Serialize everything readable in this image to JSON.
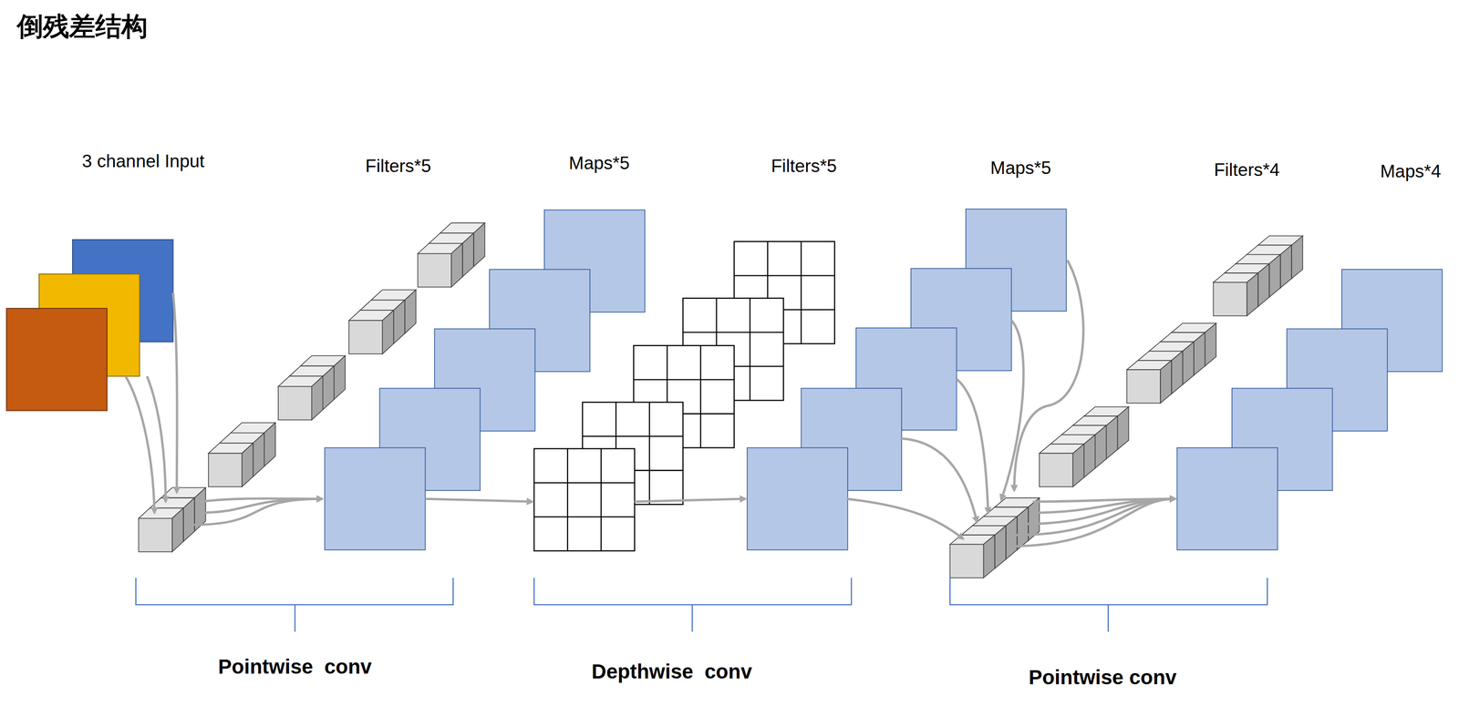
{
  "diagram": {
    "title": "倒残差结构",
    "labels": [
      "3 channel Input",
      "Filters*5",
      "Maps*5",
      "Filters*5",
      "Maps*5",
      "Filters*4",
      "Maps*4",
      "Pointwise  conv",
      "Depthwise  conv",
      "Pointwise conv"
    ]
  }
}
